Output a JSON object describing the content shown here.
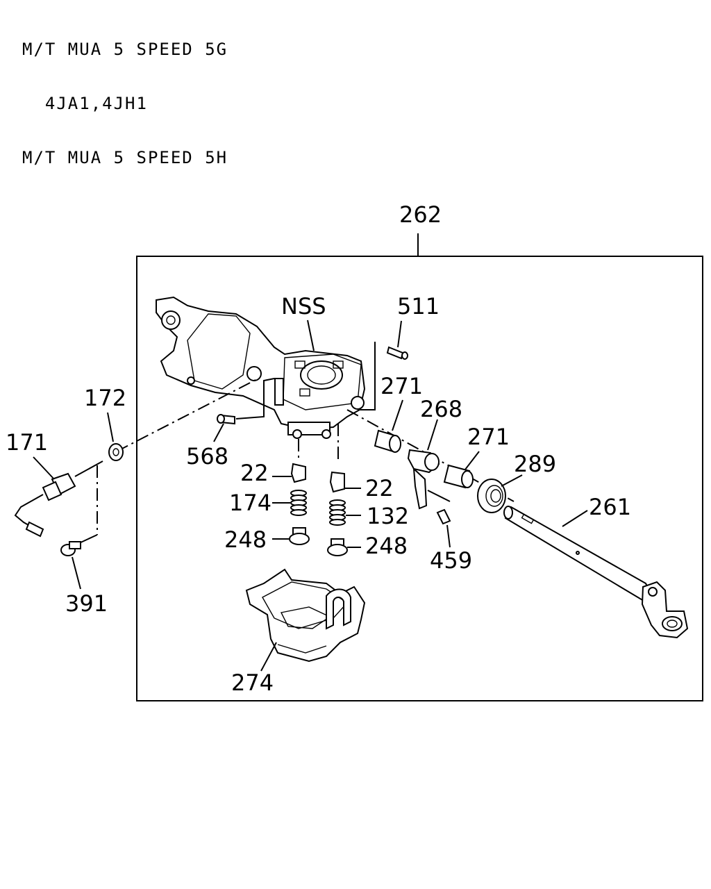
{
  "header": {
    "line1": "M/T MUA 5 SPEED 5G",
    "line2": "  4JA1,4JH1",
    "line3": "M/T MUA 5 SPEED 5H"
  },
  "labels": {
    "p262": "262",
    "nss": "NSS",
    "p511": "511",
    "p172": "172",
    "p171": "171",
    "p271a": "271",
    "p268": "268",
    "p271b": "271",
    "p289": "289",
    "p261": "261",
    "p568": "568",
    "p22a": "22",
    "p22b": "22",
    "p174": "174",
    "p132": "132",
    "p248a": "248",
    "p248b": "248",
    "p459": "459",
    "p391": "391",
    "p274": "274"
  }
}
